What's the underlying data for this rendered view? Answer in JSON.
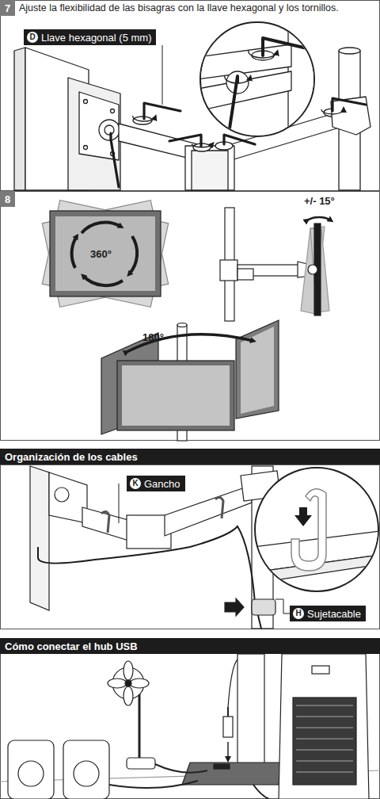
{
  "diagram": {
    "nodes": [
      {
        "text": [
          "7"
        ]
      },
      {
        "text": [
          "D",
          "Llave hexagonal (5 mm)"
        ]
      },
      {
        "text": [
          "8"
        ]
      },
      {
        "text": [
          "Organización de los cables"
        ]
      },
      {
        "text": [
          "K",
          "Gancho"
        ]
      },
      {
        "text": [
          "H",
          "Sujetacable"
        ]
      },
      {
        "text": [
          "Cómo conectar el hub USB"
        ]
      }
    ],
    "labels": [
      "Ajuste la flexibilidad de las bisagras con la llave hexagonal y los tornillos.",
      "360°",
      "+/- 15°",
      "180°"
    ]
  }
}
